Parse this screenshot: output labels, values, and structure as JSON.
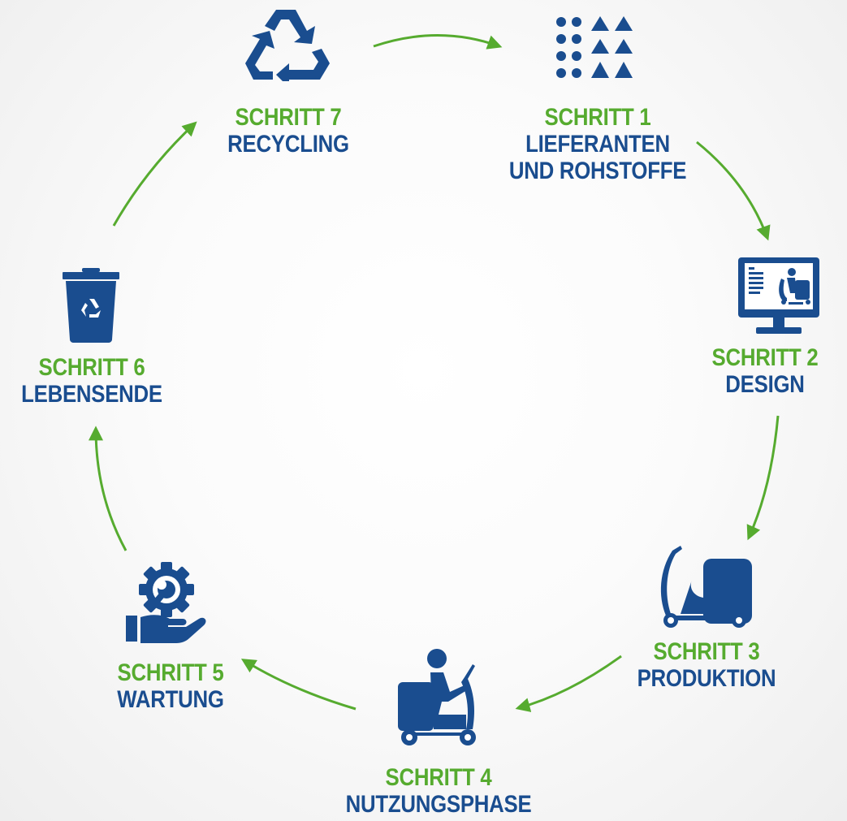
{
  "colors": {
    "green": "#56ab2f",
    "blue": "#1a4d8f",
    "background": "#f7f7f7"
  },
  "cycle": {
    "steps": [
      {
        "label": "SCHRITT 1",
        "title": "LIEFERANTEN\nUND ROHSTOFFE",
        "icon": "raw-materials-icon"
      },
      {
        "label": "SCHRITT 2",
        "title": "DESIGN",
        "icon": "computer-design-icon"
      },
      {
        "label": "SCHRITT 3",
        "title": "PRODUKTION",
        "icon": "floor-scrubber-icon"
      },
      {
        "label": "SCHRITT 4",
        "title": "NUTZUNGSPHASE",
        "icon": "ride-on-scrubber-icon"
      },
      {
        "label": "SCHRITT 5",
        "title": "WARTUNG",
        "icon": "maintenance-gear-hand-icon"
      },
      {
        "label": "SCHRITT 6",
        "title": "LEBENSENDE",
        "icon": "recycling-bin-icon"
      },
      {
        "label": "SCHRITT 7",
        "title": "RECYCLING",
        "icon": "recycle-arrows-icon"
      }
    ]
  }
}
